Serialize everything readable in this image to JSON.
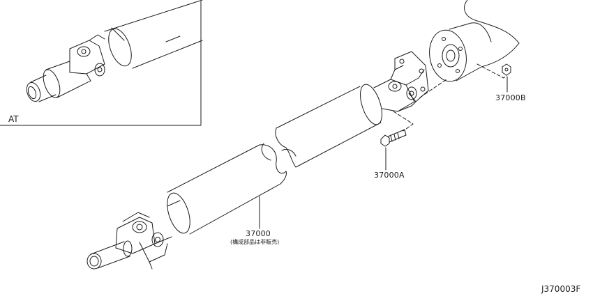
{
  "inset": {
    "label": "AT"
  },
  "callouts": {
    "shaft": "37000",
    "shaft_note": "(構成部品は非販売)",
    "bolt": "37000A",
    "nut": "37000B"
  },
  "diagram_code": "J370003F",
  "colors": {
    "line": "#1a1a1a",
    "background": "#ffffff"
  }
}
